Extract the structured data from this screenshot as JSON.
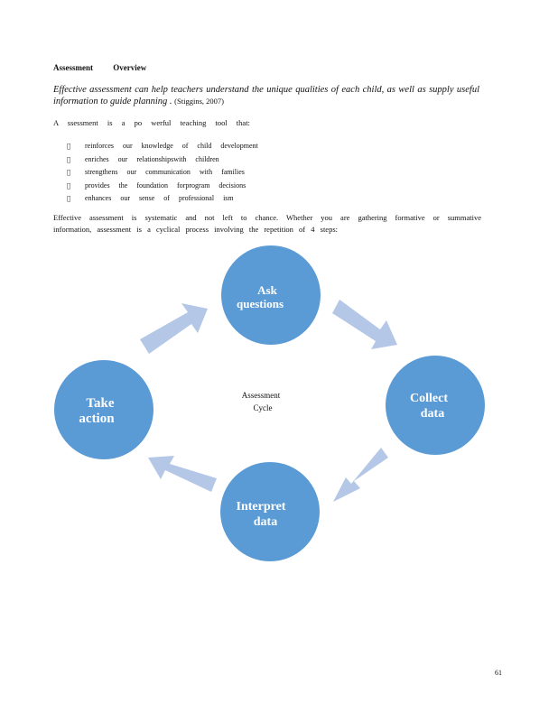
{
  "header": {
    "title": "Assessment Overview"
  },
  "quote": {
    "text": "Effective assessment can help teachers understand the unique qualities of each child, as well as supply useful information to guide planning .",
    "citation": "(Stiggins, 2007)"
  },
  "intro": {
    "text": "A ssessment is a po werful teaching tool that:"
  },
  "bullets": {
    "marker": "",
    "items": [
      "reinforces our knowledge of child development",
      "enriches our relationshipswith children",
      "strengthens our communication with families",
      "provides the foundation forprogram decisions",
      "enhances our sense of professional ism"
    ]
  },
  "paragraph": {
    "text": "Effective assessment is systematic and not left to chance. Whether you are gathering formative or summative information, assessment is a cyclical process involving the repetition of 4 steps:"
  },
  "diagram": {
    "center": {
      "line1": "Assessment",
      "line2": "Cycle"
    },
    "nodes": {
      "ask": {
        "line1": "Ask",
        "line2": "questions"
      },
      "collect": {
        "line1": "Collect",
        "line2": "data"
      },
      "interpret": {
        "line1": "Interpret",
        "line2": "data"
      },
      "take": {
        "line1": "Take",
        "line2": "action"
      }
    },
    "colors": {
      "circle": "#5b9bd5",
      "arrow": "#b4c7e7"
    }
  },
  "footer": {
    "page_number": "61"
  }
}
